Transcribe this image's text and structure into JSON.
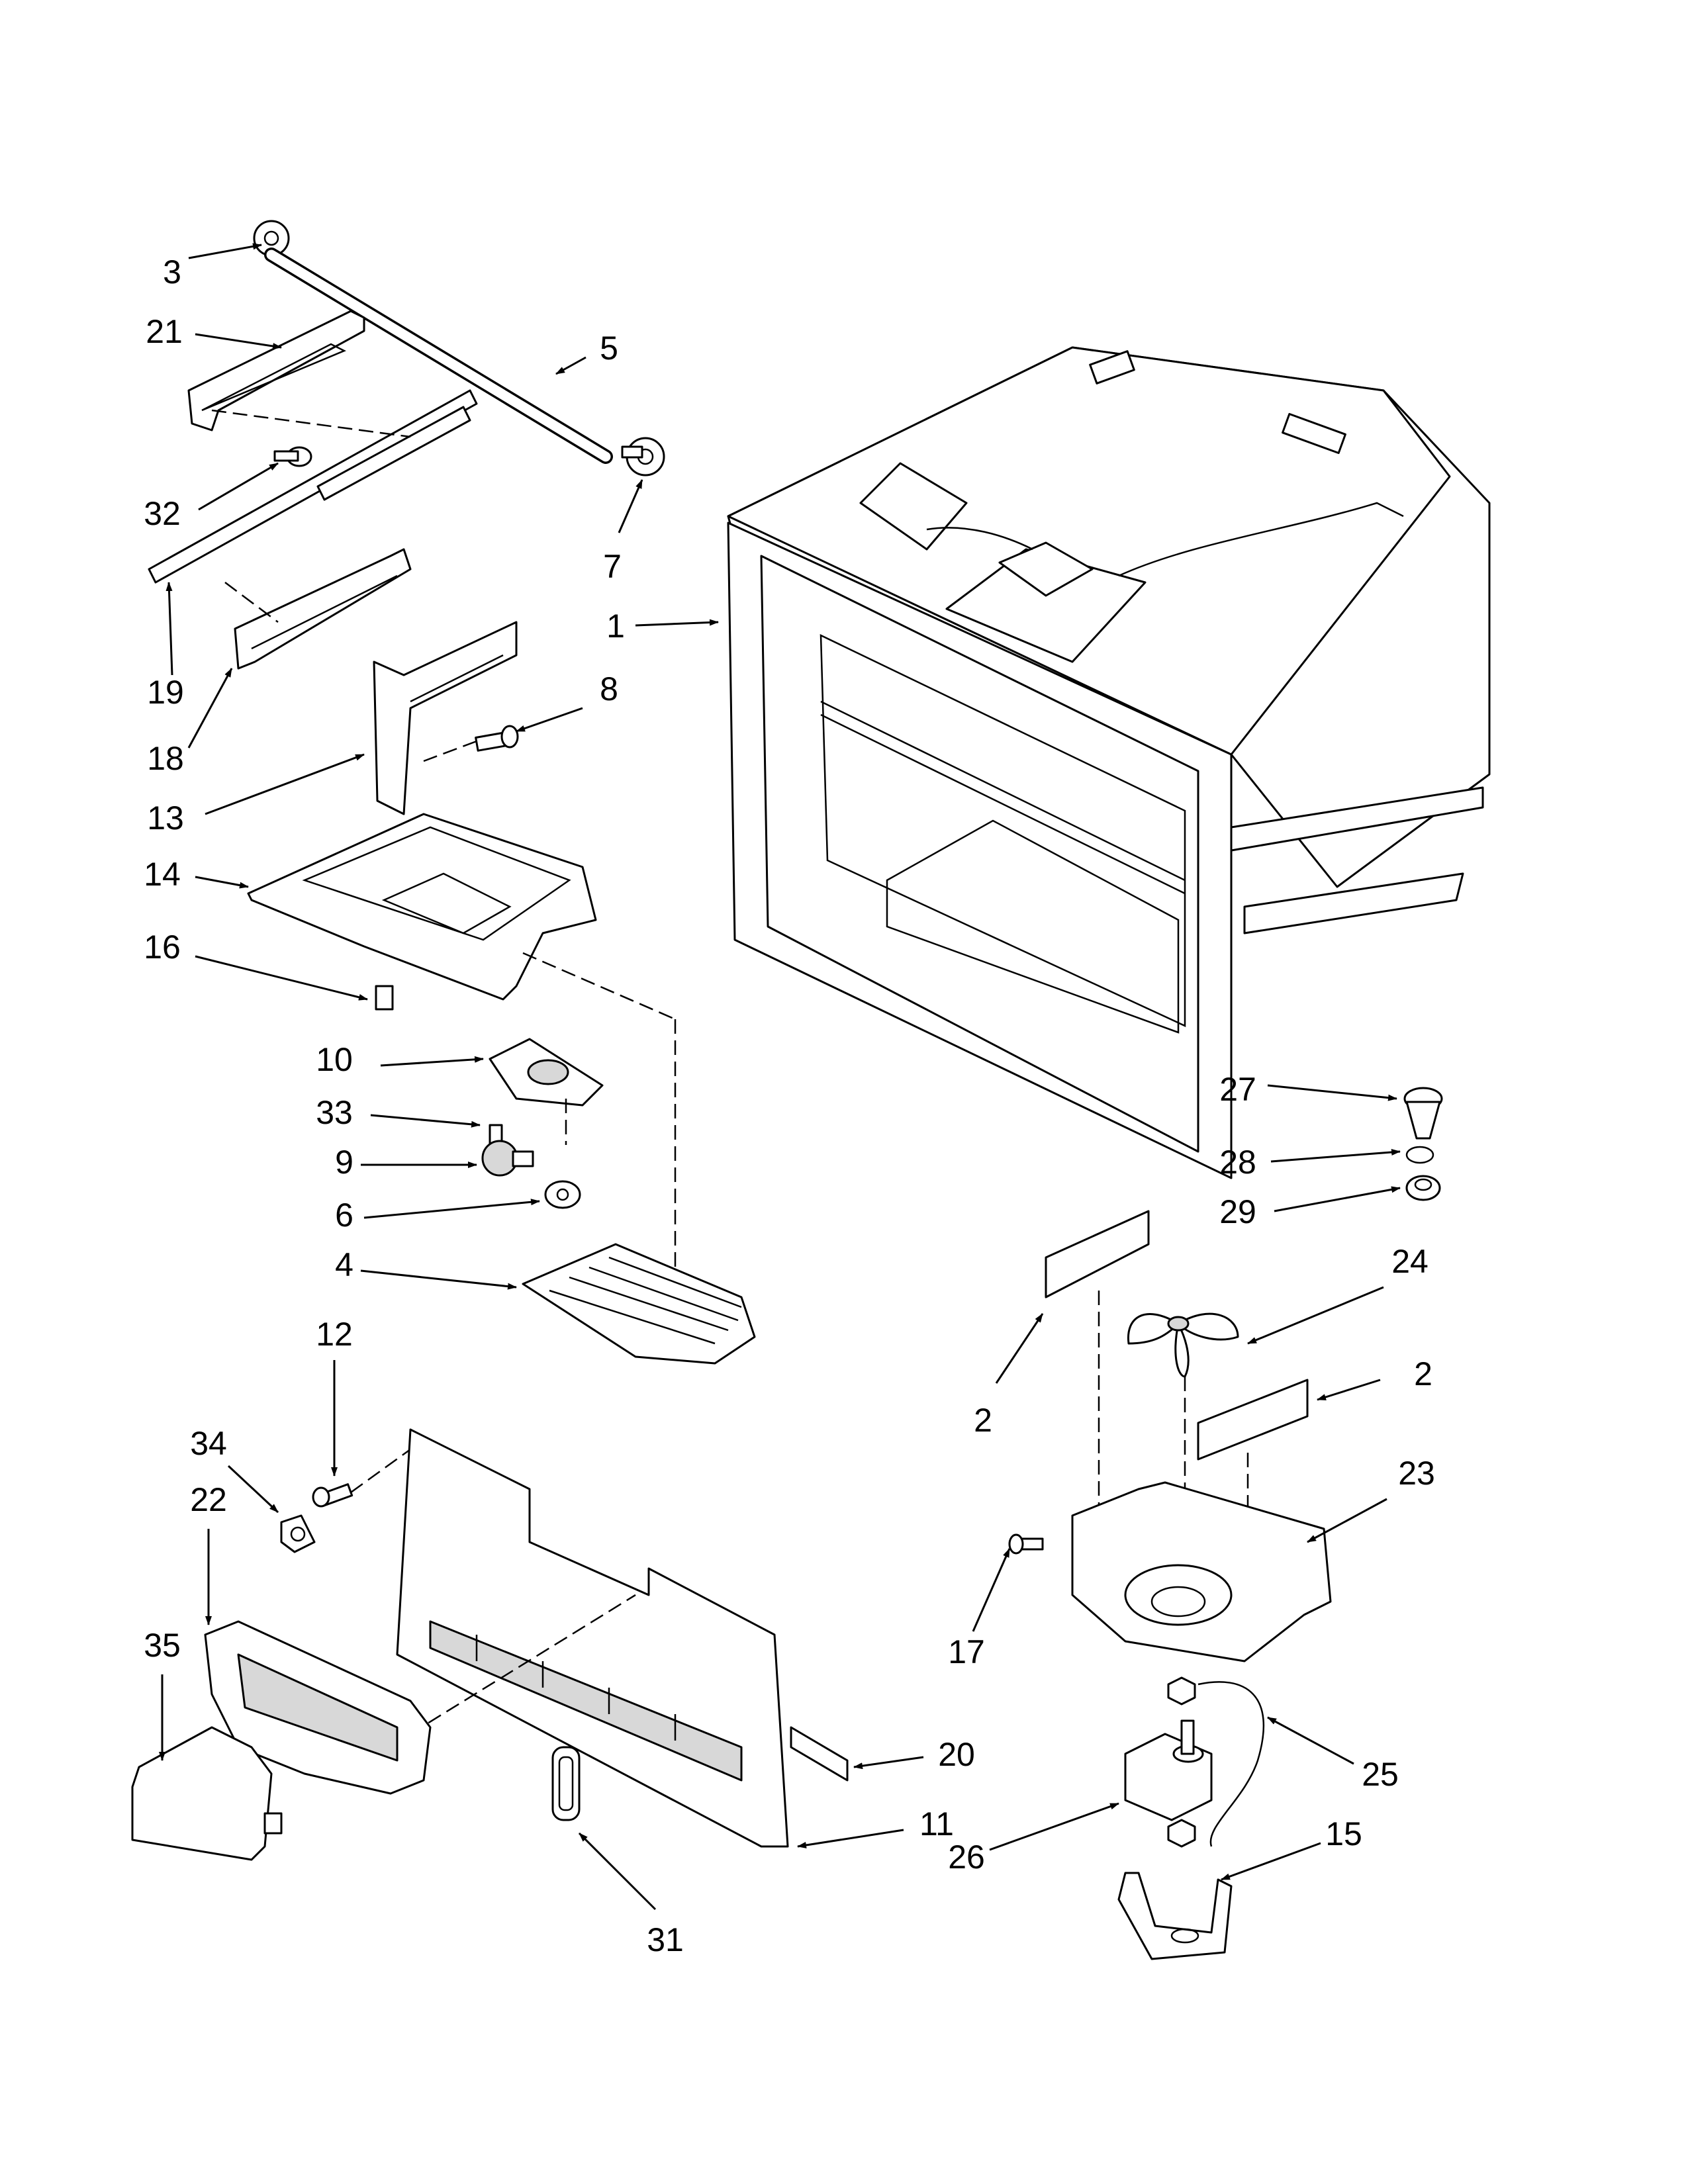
{
  "diagram": {
    "callouts": [
      "1",
      "2",
      "2",
      "3",
      "4",
      "5",
      "6",
      "7",
      "8",
      "9",
      "10",
      "11",
      "12",
      "13",
      "14",
      "15",
      "16",
      "17",
      "18",
      "19",
      "20",
      "21",
      "22",
      "23",
      "24",
      "25",
      "26",
      "27",
      "28",
      "29",
      "31",
      "32",
      "33",
      "34",
      "35"
    ]
  }
}
